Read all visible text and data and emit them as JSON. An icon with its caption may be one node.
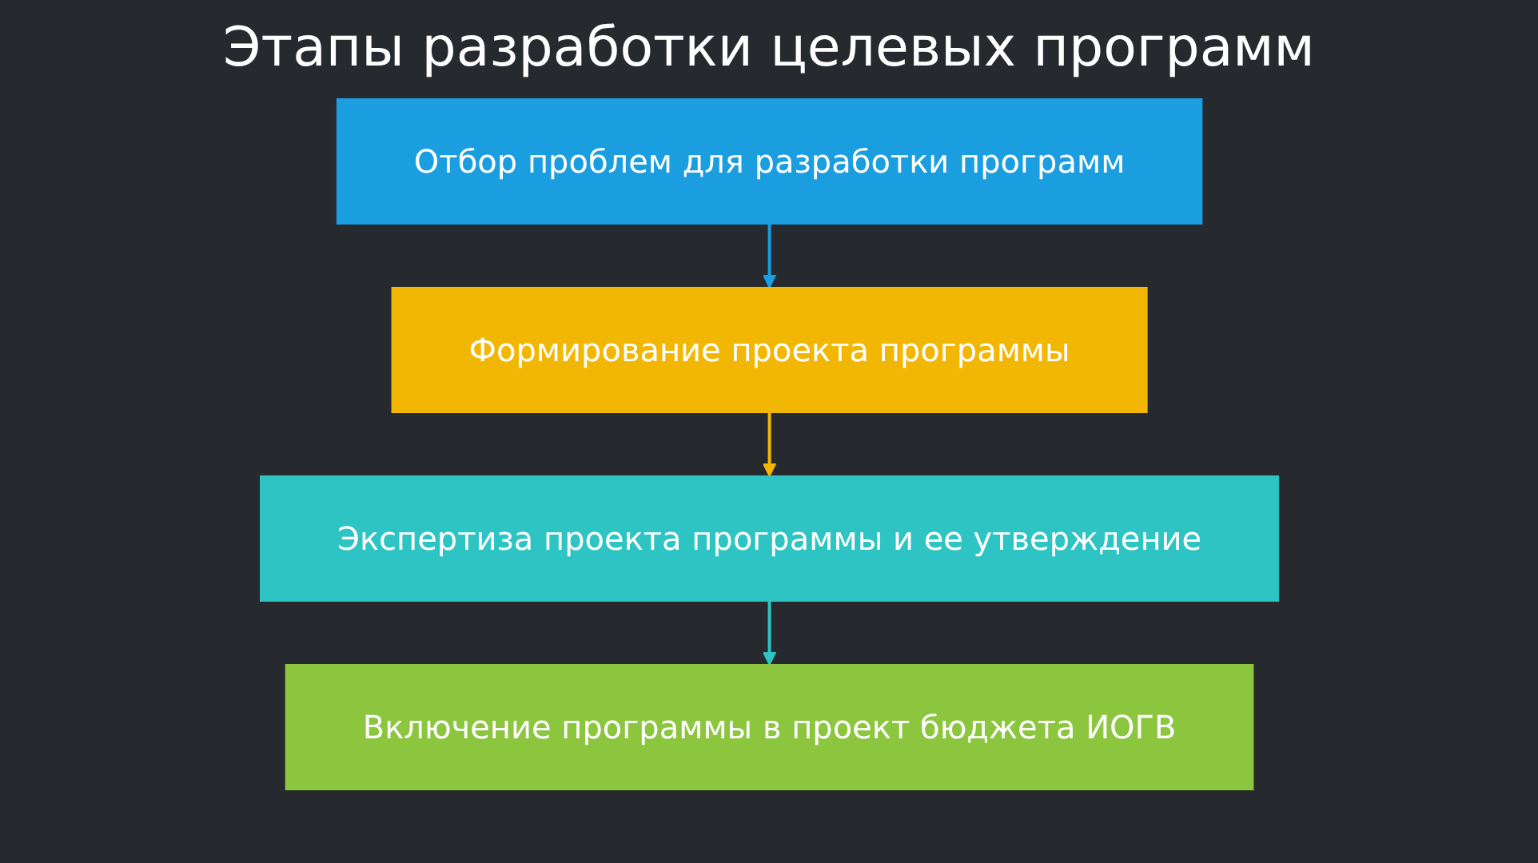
{
  "diagram": {
    "title": "Этапы разработки целевых программ",
    "nodes": [
      {
        "text": [
          "Отбор проблем для разработки программ"
        ]
      },
      {
        "text": [
          "Формирование проекта программы"
        ]
      },
      {
        "text": [
          "Экспертиза проекта программы и ее утверждение"
        ]
      },
      {
        "text": [
          "Включение программы в проект бюджета ИОГВ"
        ]
      }
    ],
    "edges": [
      {
        "from": 0,
        "to": 1,
        "arrow": "to",
        "color": "#1a9ee0"
      },
      {
        "from": 1,
        "to": 2,
        "arrow": "to",
        "color": "#f2b705"
      },
      {
        "from": 2,
        "to": 3,
        "arrow": "to",
        "color": "#2ec4c4"
      }
    ]
  }
}
